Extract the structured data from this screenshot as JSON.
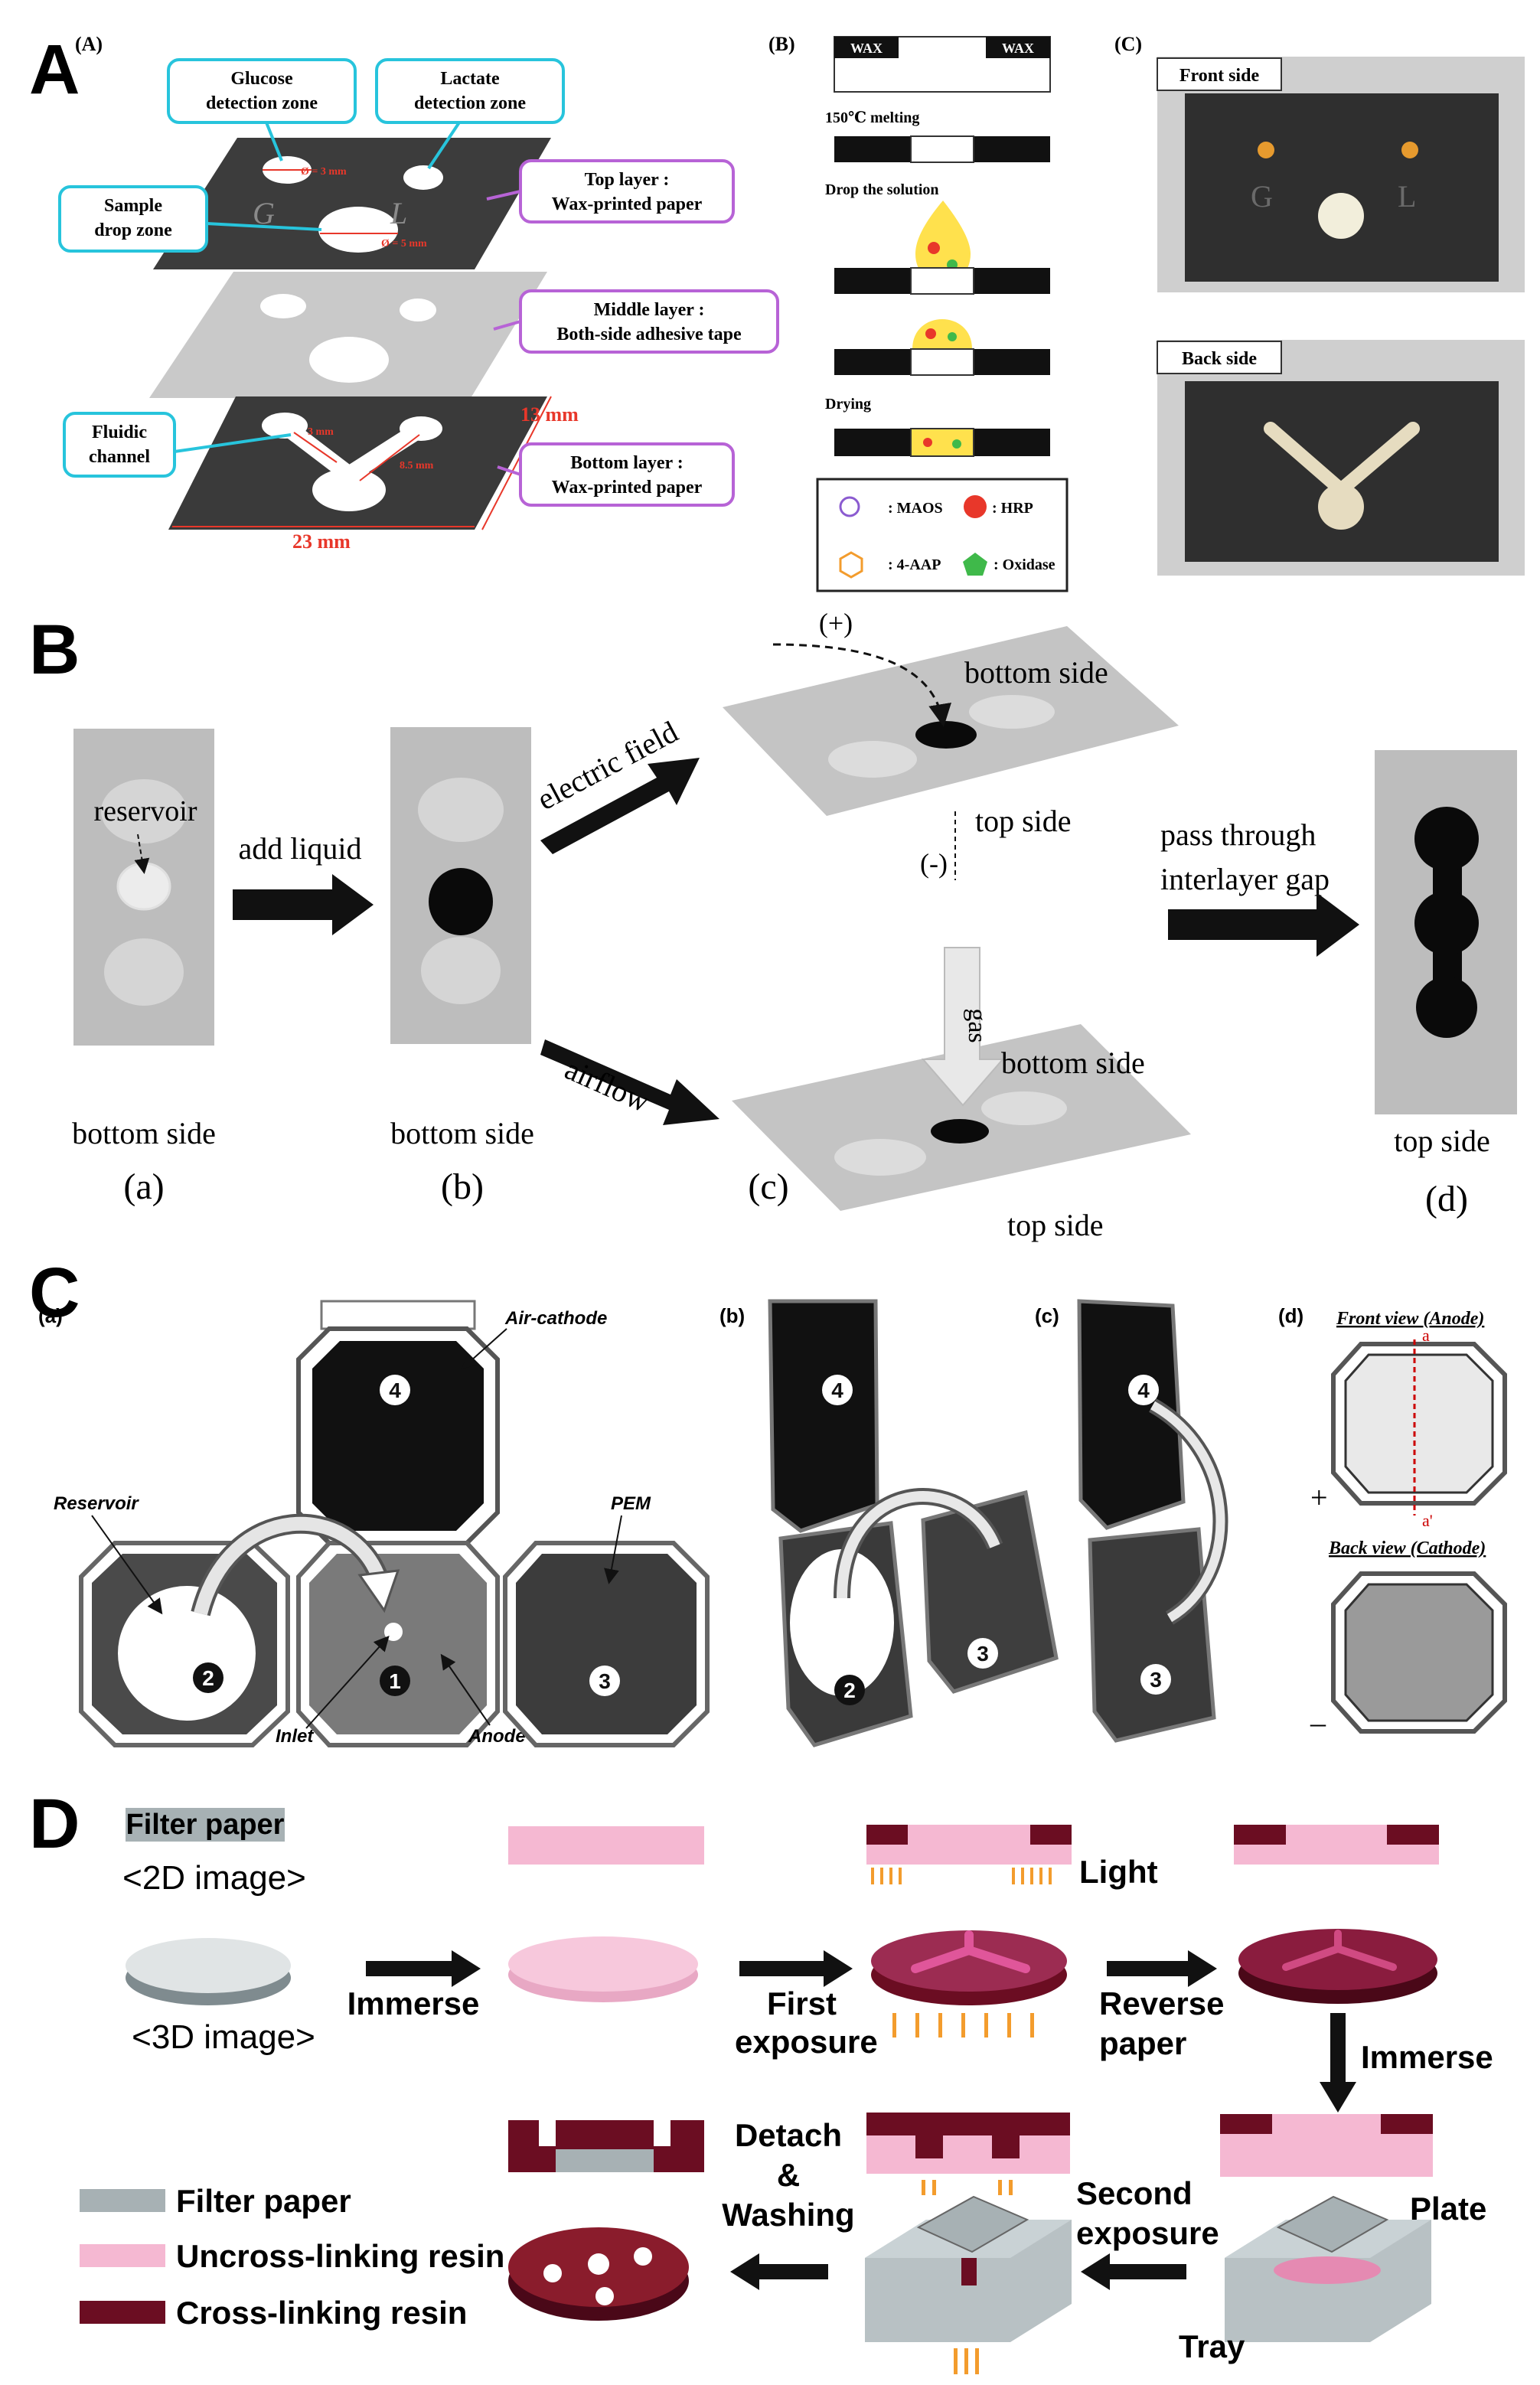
{
  "panel_letters": {
    "A": "A",
    "B": "B",
    "C": "C",
    "D": "D"
  },
  "panelA": {
    "sub_A": "(A)",
    "sub_B": "(B)",
    "sub_C": "(C)",
    "glucose_zone": [
      "Glucose",
      "detection zone"
    ],
    "lactate_zone": [
      "Lactate",
      "detection zone"
    ],
    "sample_zone": [
      "Sample",
      "drop zone"
    ],
    "fluidic_channel": [
      "Fluidic",
      "channel"
    ],
    "top_layer": [
      "Top layer :",
      "Wax-printed paper"
    ],
    "middle_layer": [
      "Middle layer :",
      "Both-side adhesive tape"
    ],
    "bottom_layer": [
      "Bottom layer :",
      "Wax-printed paper"
    ],
    "dim_d3": "Ø = 3 mm",
    "dim_d5": "Ø = 5 mm",
    "dim_3mm": "3 mm",
    "dim_85mm": "8.5 mm",
    "dim_13mm": "13 mm",
    "dim_23mm": "23 mm",
    "letter_G": "G",
    "letter_L": "L",
    "wax": "WAX",
    "melting": "150℃ melting",
    "drop_solution": "Drop the solution",
    "drying": "Drying",
    "legend_maos": ": MAOS",
    "legend_hrp": ": HRP",
    "legend_4aap": ": 4-AAP",
    "legend_oxidase": ": Oxidase",
    "front_side": "Front side",
    "back_side": "Back side",
    "colors": {
      "cyan": "#27c4dc",
      "purple": "#b763d6",
      "red": "#e8372a",
      "dark": "#3a3a3a"
    }
  },
  "panelB": {
    "reservoir": "reservoir",
    "add_liquid": "add liquid",
    "electric_field": "electric field",
    "airflow": "airflow",
    "plus": "(+)",
    "minus": "(-)",
    "bottom_side": "bottom side",
    "top_side": "top side",
    "gas": "gas",
    "pass_through": [
      "pass through",
      "interlayer gap"
    ],
    "labels": [
      "(a)",
      "(b)",
      "(c)",
      "(d)"
    ]
  },
  "panelC": {
    "labels": [
      "(a)",
      "(b)",
      "(c)",
      "(d)"
    ],
    "air_cathode": "Air-cathode",
    "reservoir": "Reservoir",
    "pem": "PEM",
    "inlet": "Inlet",
    "anode": "Anode",
    "front_view": "Front view (Anode)",
    "back_view": "Back view (Cathode)",
    "plus": "+",
    "minus": "–",
    "a": "a",
    "a_prime": "a'",
    "nums": [
      "1",
      "2",
      "3",
      "4"
    ]
  },
  "panelD": {
    "filter_paper": "Filter paper",
    "image_2d": "<2D image>",
    "image_3d": "<3D image>",
    "immerse": "Immerse",
    "first": "First",
    "exposure": "exposure",
    "light": "Light",
    "reverse": "Reverse",
    "paper": "paper",
    "detach": "Detach",
    "amp": "&",
    "washing": "Washing",
    "second": "Second",
    "plate": "Plate",
    "tray": "Tray",
    "legend_filter": "Filter paper",
    "legend_uncross": "Uncross-linking resin",
    "legend_cross": "Cross-linking resin",
    "colors": {
      "paper": "#a7b1b4",
      "uncross": "#f5b8d2",
      "cross": "#6b0d22",
      "arrow": "#f39c2d"
    }
  }
}
